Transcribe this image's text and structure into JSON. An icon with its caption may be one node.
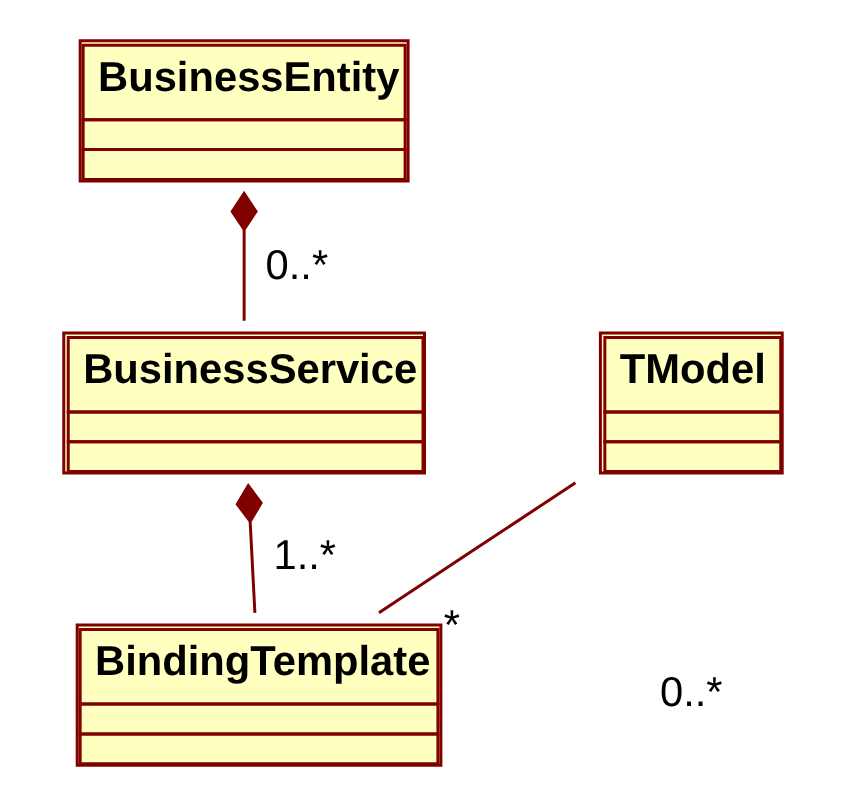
{
  "diagram": {
    "nodes": [
      {
        "text": [
          "BusinessEntity"
        ]
      },
      {
        "text": [
          "BusinessService"
        ]
      },
      {
        "text": [
          "TModel"
        ]
      },
      {
        "text": [
          "BindingTemplate"
        ]
      }
    ],
    "edges": [
      {
        "from": 0,
        "to": 1,
        "arrow": "other",
        "label": "0..*"
      },
      {
        "from": 1,
        "to": 3,
        "arrow": "other",
        "label": "1..*"
      },
      {
        "from": 2,
        "to": 3,
        "arrow": "none",
        "label": "*"
      }
    ],
    "labels": [
      "0..*"
    ]
  }
}
